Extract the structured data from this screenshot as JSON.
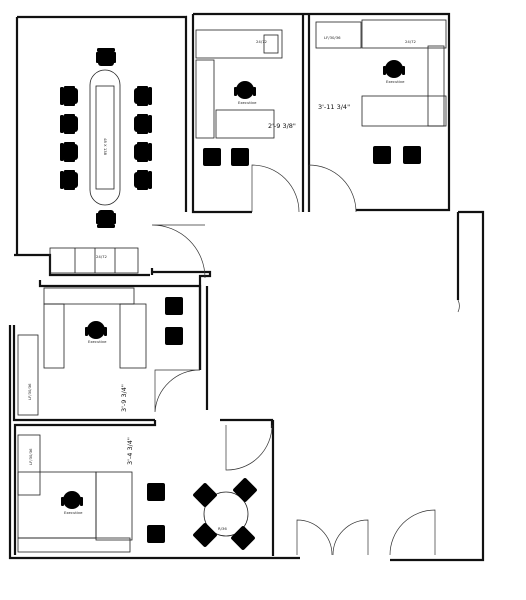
{
  "dimensions": {
    "office_a_width": "2'-9 3/8\"",
    "office_b_width": "3'-11 3/4\"",
    "office_c_height": "3'-9 3/4\"",
    "office_d_height": "3'-4 3/4\""
  },
  "furniture_tags": {
    "lf_office_b": "LF/30/36",
    "lf_office_c": "LF/30/36",
    "lf_office_d": "LF/30/36",
    "conference_table": "48 X 138",
    "round_table": "R/36",
    "credenza": "24/72",
    "desk_a": "24/72",
    "desk_b": "24/72"
  },
  "chair_label": "Executive",
  "colors": {
    "line": "#111111",
    "background": "#ffffff"
  }
}
